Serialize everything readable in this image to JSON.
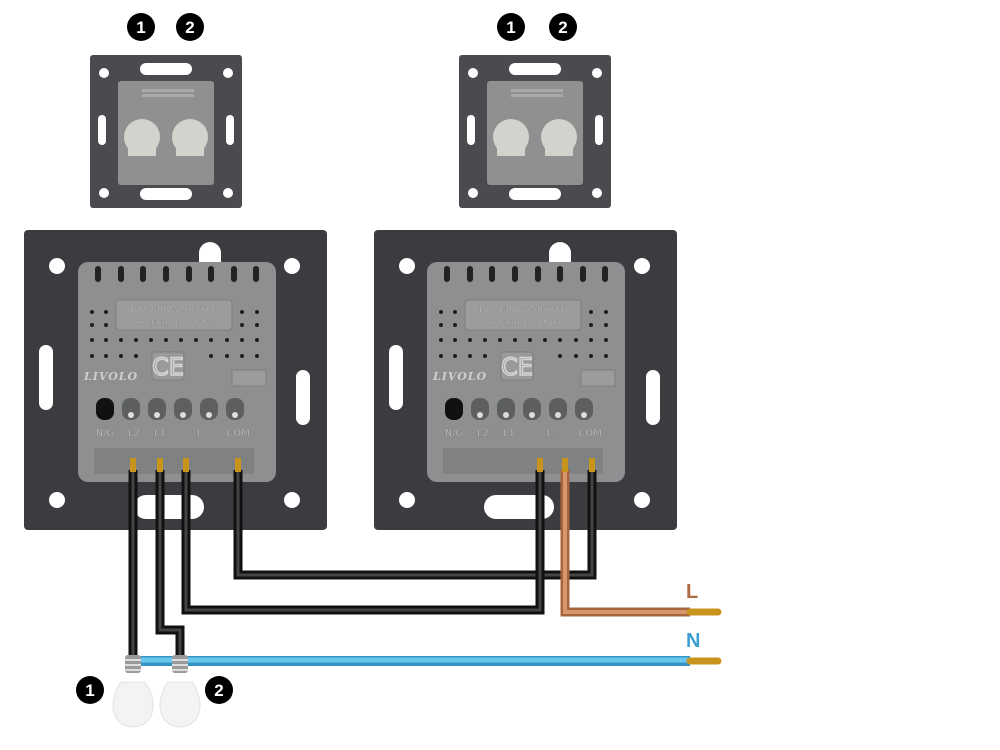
{
  "top_modules": [
    {
      "badges": [
        "1",
        "2"
      ]
    },
    {
      "badges": [
        "1",
        "2"
      ]
    }
  ],
  "base_modules": [
    {
      "spec_line1": "100-240V~ 50/60Hz",
      "spec_line2": "5A/gang 10A total",
      "brand": "LIVOLO",
      "cert": "CE",
      "terminals": [
        "N/G",
        "L2",
        "L1",
        "L",
        "COM"
      ]
    },
    {
      "spec_line1": "100-240V~ 50/60Hz",
      "spec_line2": "5A/gang 10A total",
      "brand": "LIVOLO",
      "cert": "CE",
      "terminals": [
        "N/G",
        "L2",
        "L1",
        "L",
        "COM"
      ]
    }
  ],
  "wires": {
    "live_label": "L",
    "neutral_label": "N",
    "live_color": "#c98560",
    "neutral_color": "#5bb8e0",
    "label_live_color": "#b06a45",
    "label_neutral_color": "#3a9fd0"
  },
  "bulbs": [
    {
      "badge": "1"
    },
    {
      "badge": "2"
    }
  ]
}
